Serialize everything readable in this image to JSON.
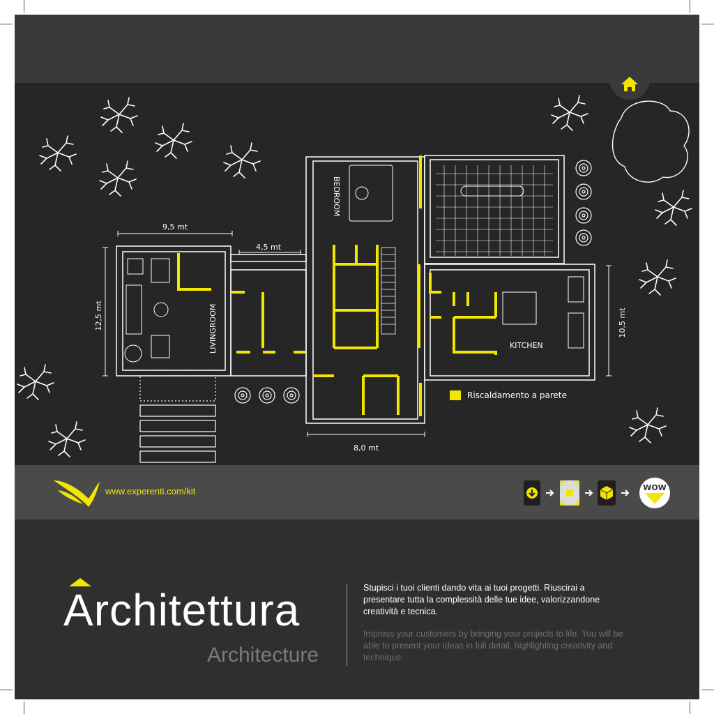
{
  "colors": {
    "accent": "#f2e600",
    "background": "#2f2f30",
    "plan_bg": "#262627"
  },
  "plan": {
    "dimensions": {
      "width_living": "9,5 mt",
      "corridor": "4,5 mt",
      "depth_living": "12,5 mt",
      "depth_kitchen": "10,5 mt",
      "width_center": "8,0 mt"
    },
    "rooms": {
      "bedroom": "BEDROOM",
      "livingroom": "LIVINGROOM",
      "kitchen": "KITCHEN"
    },
    "legend": {
      "label": "Riscaldamento a parete"
    }
  },
  "footer": {
    "url": "www.experenti.com/kit",
    "steps_icons": [
      "phone-download-icon",
      "arrow-right-icon",
      "target-icon",
      "arrow-right-icon",
      "cube-icon",
      "arrow-right-icon",
      "wow-badge-icon"
    ],
    "wow_label": "WOW"
  },
  "title": {
    "italian": "Architettura",
    "english": "Architecture"
  },
  "description": {
    "italian": "Stupisci i tuoi clienti dando vita ai tuoi progetti. Riuscirai a presentare tutta la complessità delle tue idee, valorizzandone creatività e tecnica.",
    "english": "Impress your customers by bringing your projects to life. You will be able to present your ideas in full detail, highlighting creativity and technique."
  }
}
